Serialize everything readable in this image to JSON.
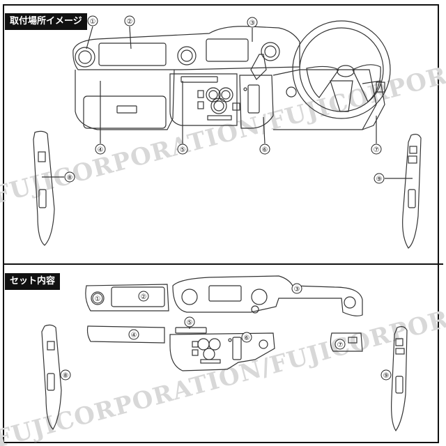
{
  "sections": {
    "top_title": "取付場所イメージ",
    "bottom_title": "セット内容"
  },
  "watermark": "FUJICORPORATION/FUJICORPORATION/FUJICO",
  "callouts_top": [
    "①",
    "②",
    "③",
    "④",
    "⑤",
    "⑥",
    "⑦",
    "⑧",
    "⑨"
  ],
  "callouts_bottom": [
    "①",
    "②",
    "③",
    "④",
    "⑤",
    "⑥",
    "⑦",
    "⑧",
    "⑨"
  ],
  "colors": {
    "frame": "#111111",
    "line": "#333333",
    "watermark": "#d8d8d8"
  }
}
